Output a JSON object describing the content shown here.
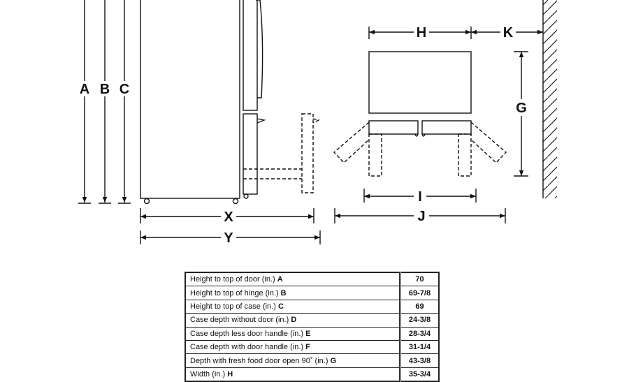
{
  "diagram": {
    "dimension_letters": {
      "a": "A",
      "b": "B",
      "c": "C",
      "g": "G",
      "h": "H",
      "i": "I",
      "j": "J",
      "k": "K",
      "x": "X",
      "y": "Y"
    }
  },
  "spec_table": {
    "rows": [
      {
        "label": "Height to top of door (in.)",
        "letter": "A",
        "value": "70"
      },
      {
        "label": "Height to top of hinge (in.)",
        "letter": "B",
        "value": "69-7/8"
      },
      {
        "label": "Height to top of case (in.)",
        "letter": "C",
        "value": "69"
      },
      {
        "label": "Case depth without door (in.)",
        "letter": "D",
        "value": "24-3/8"
      },
      {
        "label": "Case depth less door handle (in.)",
        "letter": "E",
        "value": "28-3/4"
      },
      {
        "label": "Case depth with door handle (in.)",
        "letter": "F",
        "value": "31-1/4"
      },
      {
        "label": "Depth with fresh food door open 90˚ (in.)",
        "letter": "G",
        "value": "43-3/8"
      },
      {
        "label": "Width (in.)",
        "letter": "H",
        "value": "35-3/4"
      }
    ]
  }
}
